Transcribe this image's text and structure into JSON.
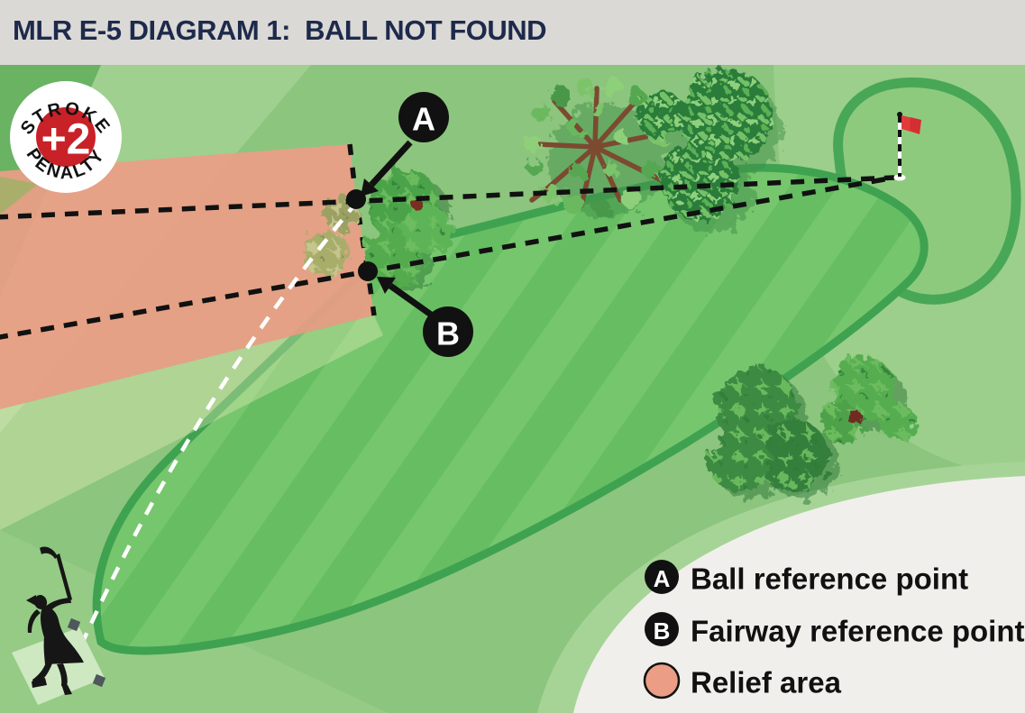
{
  "title": "MLR E-5 DIAGRAM 1:  BALL NOT FOUND",
  "penalty_badge": {
    "arc_top": "STROKE",
    "value": "+2",
    "arc_bottom": "PENALTY"
  },
  "markers": {
    "a": "A",
    "b": "B"
  },
  "legend": {
    "items": [
      {
        "symbol": "A",
        "label": "Ball reference point"
      },
      {
        "symbol": "B",
        "label": "Fairway reference point"
      },
      {
        "symbol": "relief",
        "label": "Relief area"
      }
    ]
  },
  "colors": {
    "relief": "#EB9D86",
    "penalty_red": "#C92128",
    "title_navy": "#1E2A4B",
    "rough_green": "#8CC57D",
    "fairway_border": "#3FA251"
  }
}
